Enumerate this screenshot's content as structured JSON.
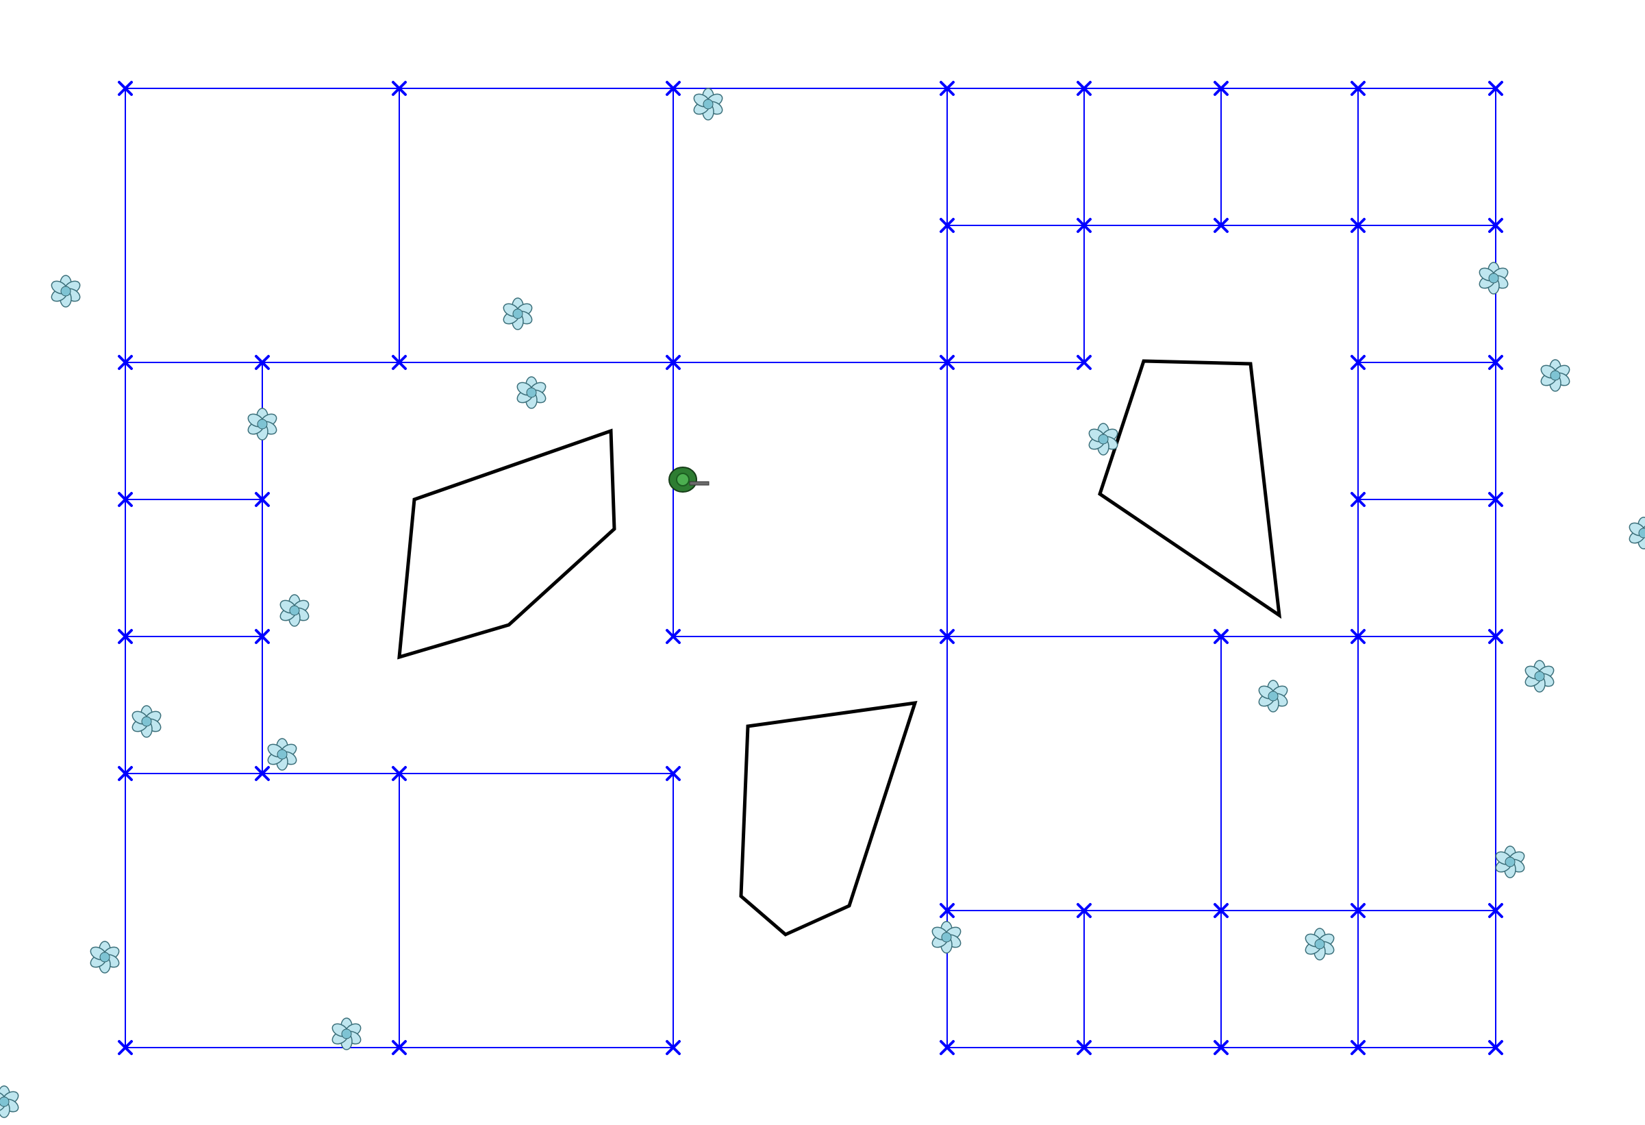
{
  "scene": {
    "type": "navigation-graph",
    "colors": {
      "background": "#ffffff",
      "graph": "#0000ff",
      "obstacle": "#000000",
      "agent": "#2e7d32",
      "pickup": "#7ec3d3"
    },
    "agent": {
      "icon": "soldier-icon",
      "heading": "east"
    },
    "pickup_icon": "crystal-flower-icon",
    "counts": {
      "obstacles": 3,
      "pickups": 21,
      "nodes": 54
    }
  }
}
